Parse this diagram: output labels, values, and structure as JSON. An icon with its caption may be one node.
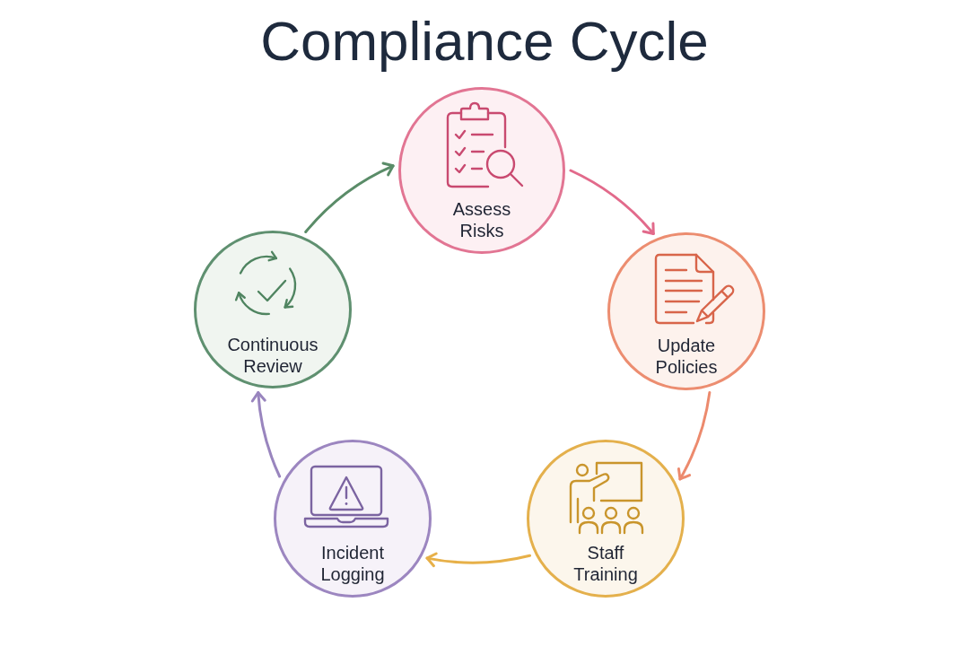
{
  "diagram": {
    "title": "Compliance Cycle",
    "nodes": [
      {
        "text": [
          "Assess Risks"
        ]
      },
      {
        "text": [
          "Update Policies"
        ]
      },
      {
        "text": [
          "Staff Training"
        ]
      },
      {
        "text": [
          "Incident Logging"
        ]
      },
      {
        "text": [
          "Continuous Review"
        ]
      }
    ],
    "edges": [
      {
        "from": 0,
        "to": 1,
        "arrow": "to",
        "color": "#e26a8b"
      },
      {
        "from": 1,
        "to": 2,
        "arrow": "to",
        "color": "#ec8a6d"
      },
      {
        "from": 2,
        "to": 3,
        "arrow": "to",
        "color": "#e7b048"
      },
      {
        "from": 3,
        "to": 4,
        "arrow": "to",
        "color": "#9985be"
      },
      {
        "from": 4,
        "to": 0,
        "arrow": "to",
        "color": "#5a8c68"
      }
    ]
  }
}
